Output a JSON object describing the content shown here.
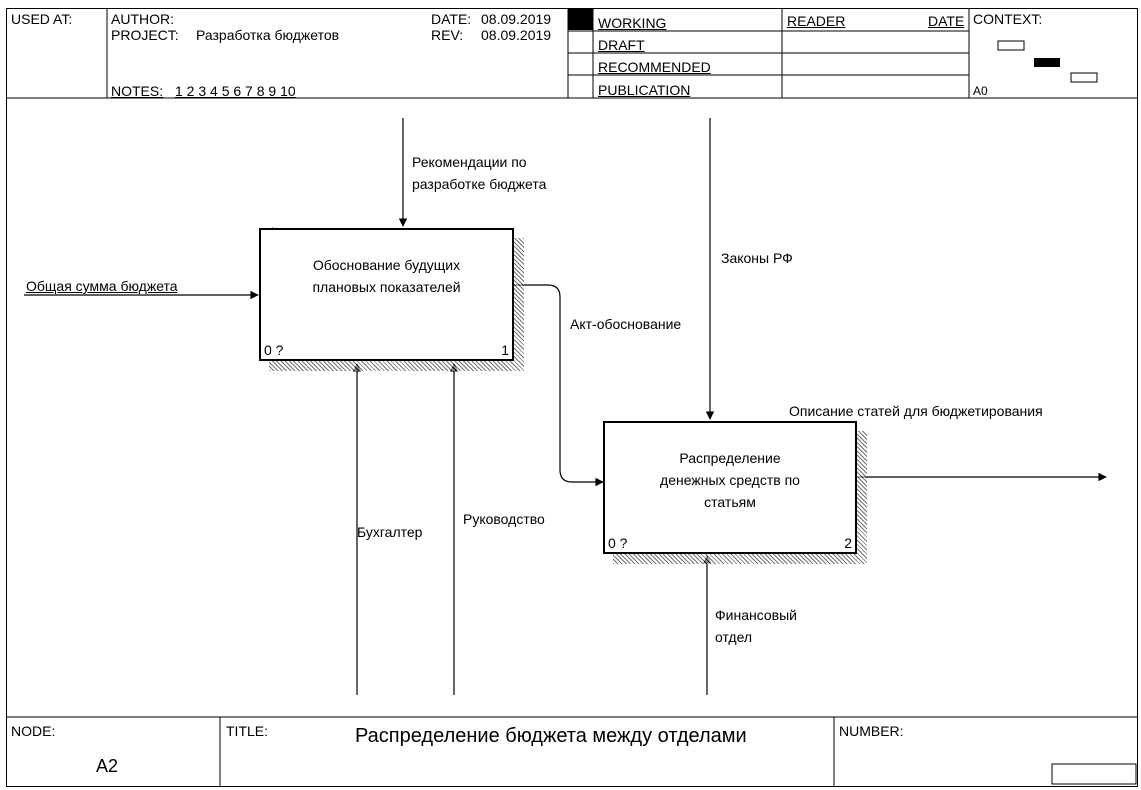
{
  "header": {
    "used_at_label": "USED AT:",
    "author_label": "AUTHOR:",
    "project_label": "PROJECT:",
    "project_value": "Разработка бюджетов",
    "date_label": "DATE:",
    "date_value": "08.09.2019",
    "rev_label": "REV:",
    "rev_value": "08.09.2019",
    "notes_label": "NOTES:",
    "notes_value": "1 2 3 4 5 6 7 8 9 10",
    "status": [
      "WORKING",
      "DRAFT",
      "RECOMMENDED",
      "PUBLICATION"
    ],
    "reader_label": "READER",
    "reader_date_label": "DATE",
    "context_label": "CONTEXT:",
    "context_node": "A0"
  },
  "diagram": {
    "boxes": [
      {
        "name": "Обоснование будущих плановых показателей",
        "cost": "0 ?",
        "number": "1"
      },
      {
        "name": "Распределение денежных средств по статьям",
        "cost": "0 ?",
        "number": "2"
      }
    ],
    "arrows": {
      "control_1": "Рекомендации по разработке бюджета",
      "input_1": "Общая сумма бюджета",
      "mechanism_1a": "Бухгалтер",
      "mechanism_1b": "Руководство",
      "output_1": "Акт-обоснование",
      "control_2": "Законы РФ",
      "output_2": "Описание статей для бюджетирования",
      "mechanism_2": "Финансовый отдел"
    }
  },
  "footer": {
    "node_label": "NODE:",
    "node_value": "A2",
    "title_label": "TITLE:",
    "title_value": "Распределение бюджета между отделами",
    "number_label": "NUMBER:"
  }
}
